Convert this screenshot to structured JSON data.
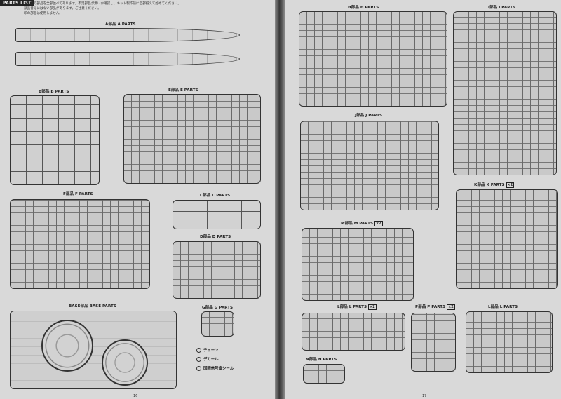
{
  "header": {
    "badge": "PARTS LIST"
  },
  "intro": {
    "lines": [
      "本製品の部品を全部並べてあります。不足部品が無いか確認し、キット製作前に全部揃えて始めてください。",
      "部品番号にはない部品があります。ご注意ください。",
      "印の部品は使用しません。"
    ]
  },
  "left": {
    "labels": {
      "a": "A部品 A PARTS",
      "b": "B部品 B PARTS",
      "e": "E部品 E PARTS",
      "f": "F部品 F PARTS",
      "c": "C部品 C PARTS",
      "d": "D部品 D PARTS",
      "base": "BASE部品 BASE PARTS",
      "g": "G部品 G PARTS"
    },
    "legend": [
      "チェーン",
      "デカール",
      "国際信号旗シール"
    ],
    "page_no": "16"
  },
  "right": {
    "labels": {
      "h": "H部品 H PARTS",
      "i": "I部品 I PARTS",
      "j": "J部品 J PARTS",
      "k": "K部品 K PARTS",
      "m": "M部品 M PARTS",
      "l1": "L部品 L PARTS",
      "p": "P部品 P PARTS",
      "l2": "L部品 L PARTS",
      "n": "N部品 N PARTS"
    },
    "multipliers": {
      "k": "×2",
      "m": "×2",
      "l1": "×2",
      "p": "×2"
    },
    "page_no": "17"
  }
}
